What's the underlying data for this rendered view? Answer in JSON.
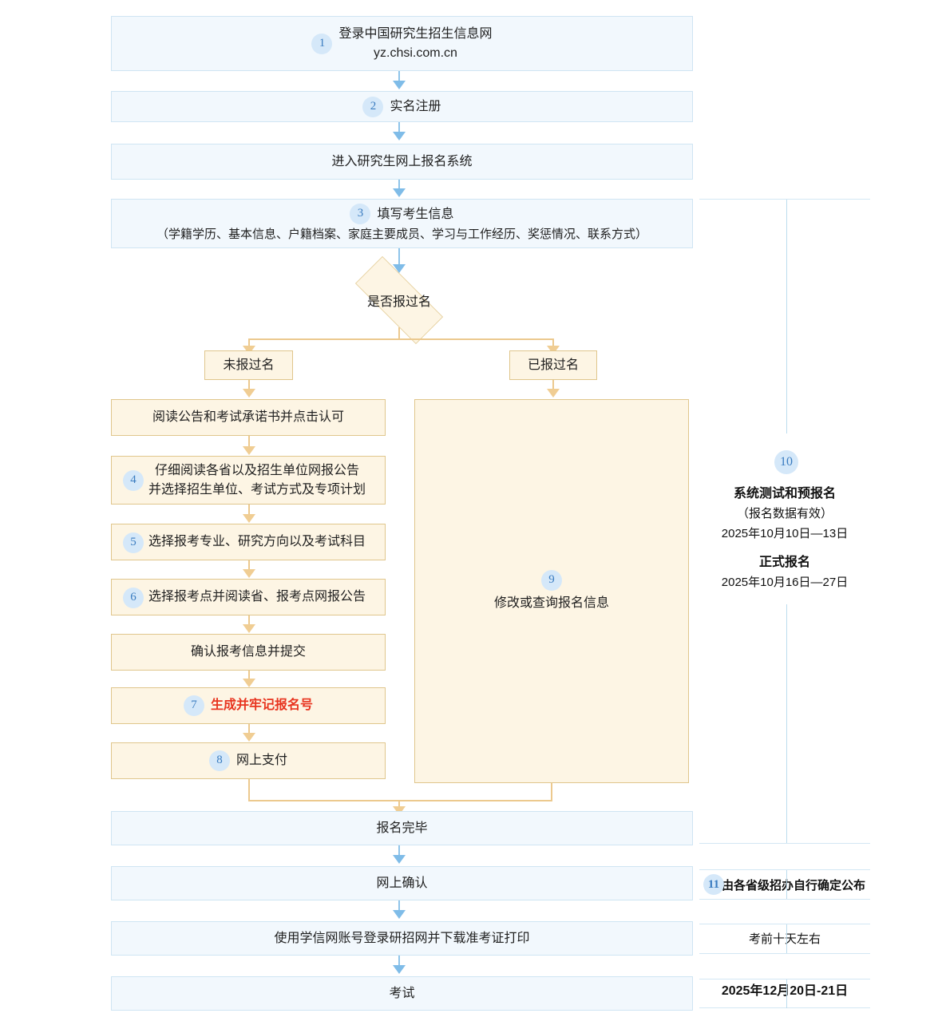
{
  "flow": {
    "steps": [
      {
        "id": "login",
        "num": "1",
        "text": "登录中国研究生招生信息网\nyz.chsi.com.cn",
        "style": "blue"
      },
      {
        "id": "register",
        "num": "2",
        "text": "实名注册",
        "style": "blue"
      },
      {
        "id": "enter-system",
        "num": "",
        "text": "进入研究生网上报名系统",
        "style": "blue"
      },
      {
        "id": "fill-info",
        "num": "3",
        "text": "填写考生信息",
        "sub": "（学籍学历、基本信息、户籍档案、家庭主要成员、学习与工作经历、奖惩情况、联系方式）",
        "style": "blue"
      }
    ],
    "decision": {
      "text": "是否报过名"
    },
    "branch_left": {
      "text": "未报过名"
    },
    "branch_right": {
      "text": "已报过名"
    },
    "left_steps": [
      {
        "id": "read-notice",
        "num": "",
        "text": "阅读公告和考试承诺书并点击认可"
      },
      {
        "id": "read-province-notice",
        "num": "4",
        "text": "仔细阅读各省以及招生单位网报公告\n并选择招生单位、考试方式及专项计划"
      },
      {
        "id": "choose-major",
        "num": "5",
        "text": "选择报考专业、研究方向以及考试科目"
      },
      {
        "id": "choose-site",
        "num": "6",
        "text": "选择报考点并阅读省、报考点网报公告"
      },
      {
        "id": "confirm-submit",
        "num": "",
        "text": "确认报考信息并提交"
      },
      {
        "id": "generate-number",
        "num": "7",
        "text": "生成并牢记报名号",
        "highlight": true
      },
      {
        "id": "online-pay",
        "num": "8",
        "text": "网上支付"
      }
    ],
    "right_step": {
      "id": "modify-query",
      "num": "9",
      "text": "修改或查询报名信息"
    },
    "tail_steps": [
      {
        "id": "signup-done",
        "num": "",
        "text": "报名完毕",
        "style": "blue"
      },
      {
        "id": "online-confirm",
        "num": "",
        "text": "网上确认",
        "style": "blue"
      },
      {
        "id": "download-ticket",
        "num": "",
        "text": "使用学信网账号登录研招网并下载准考证打印",
        "style": "blue"
      },
      {
        "id": "exam",
        "num": "",
        "text": "考试",
        "style": "blue"
      }
    ]
  },
  "annotations": {
    "schedule": {
      "num": "10",
      "title_1": "系统测试和预报名",
      "line_1a": "（报名数据有效）",
      "line_1b": "2025年10月10日—13日",
      "title_2": "正式报名",
      "line_2a": "2025年10月16日—27日"
    },
    "confirm_note": {
      "num": "11",
      "text": "由各省级招办自行确定公布"
    },
    "ticket_note": {
      "text": "考前十天左右"
    },
    "exam_note": {
      "text": "2025年12月20日-21日"
    }
  },
  "colors": {
    "blue_fill": "#f2f8fd",
    "blue_border": "#cfe5f3",
    "blue_arrow": "#7fbce8",
    "orange_fill": "#fdf5e4",
    "orange_border": "#e0c68c",
    "orange_arrow": "#f0cd93",
    "badge_fill": "#d5e8f9",
    "badge_text": "#3a7cc0",
    "highlight_red": "#e8341f"
  }
}
